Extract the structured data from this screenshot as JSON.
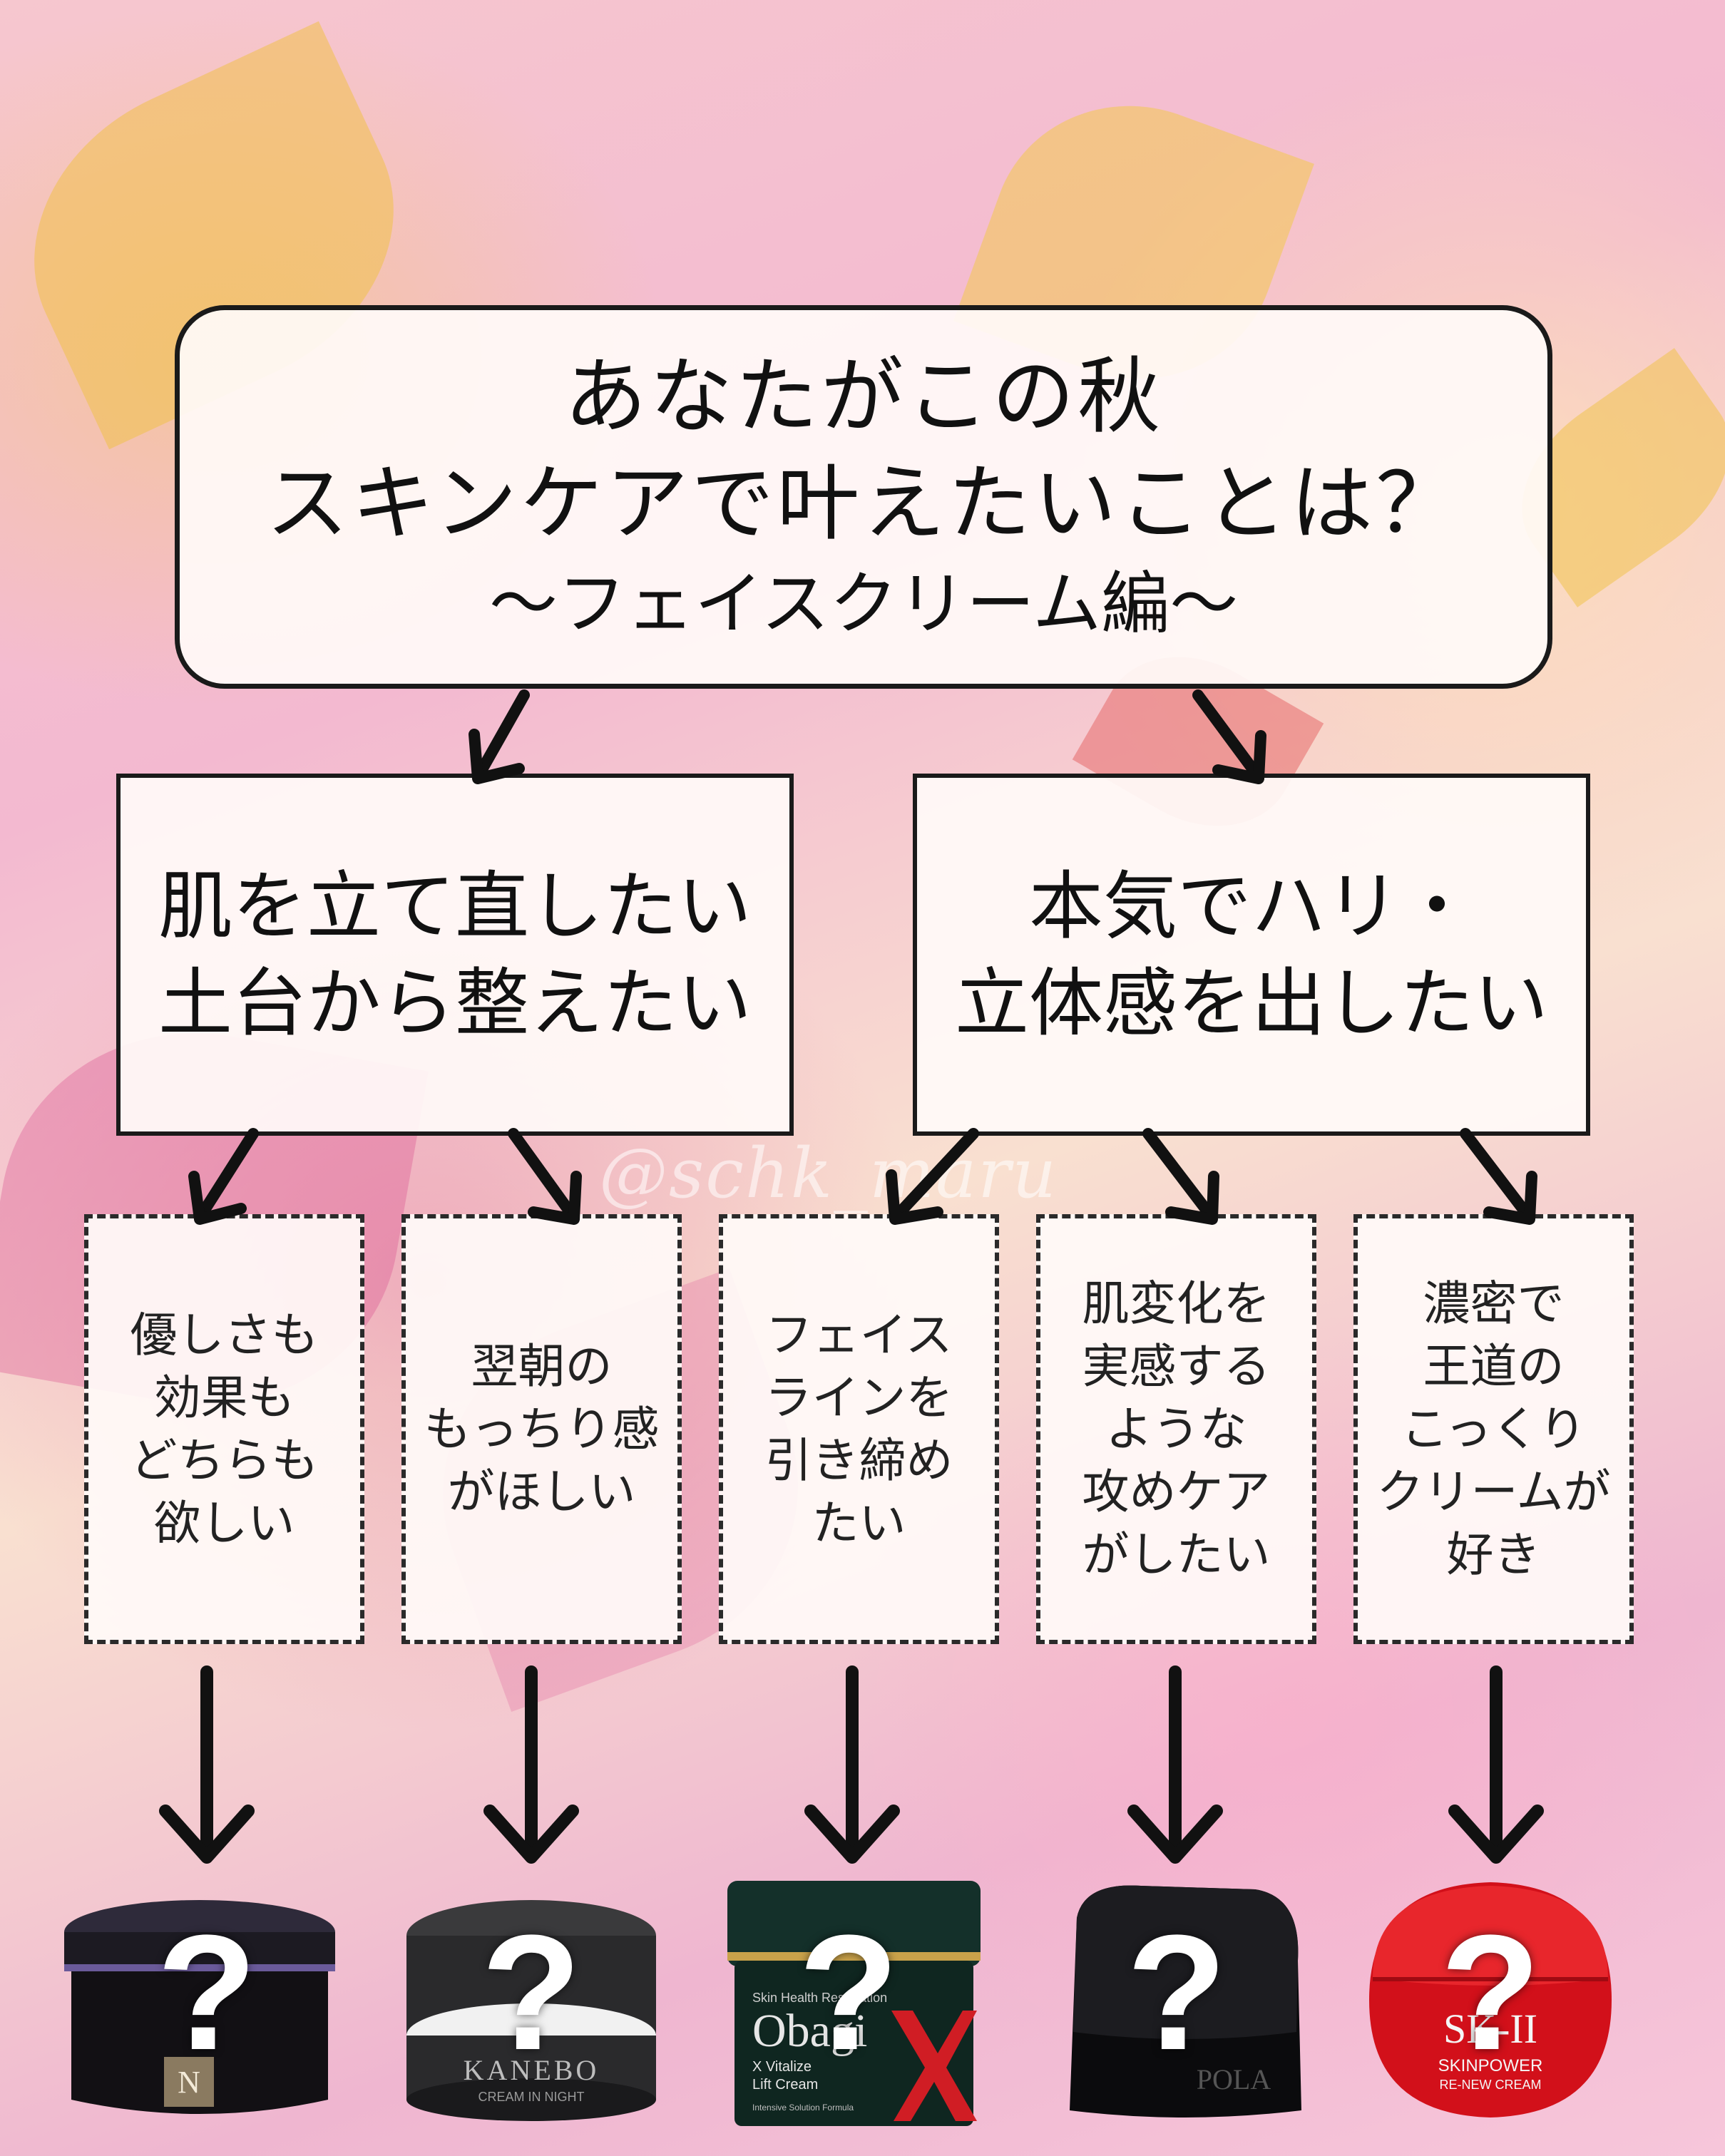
{
  "title": {
    "line1": "あなたがこの秋",
    "line2": "スキンケアで叶えたいことは？",
    "line3": "〜フェイスクリーム編〜"
  },
  "branches": [
    {
      "line1": "肌を立て直したい",
      "line2": "土台から整えたい"
    },
    {
      "line1": "本気でハリ・",
      "line2": "立体感を出したい"
    }
  ],
  "options": [
    {
      "lines": [
        "優しさも",
        "効果も",
        "どちらも",
        "欲しい"
      ]
    },
    {
      "lines": [
        "翌朝の",
        "もっちり感",
        "がほしい"
      ]
    },
    {
      "lines": [
        "フェイス",
        "ラインを",
        "引き締め",
        "たい"
      ]
    },
    {
      "lines": [
        "肌変化を",
        "実感する",
        "ような",
        "攻めケア",
        "がしたい"
      ]
    },
    {
      "lines": [
        "濃密で",
        "王道の",
        "こっくり",
        "クリームが",
        "好き"
      ]
    }
  ],
  "watermark": "@schk_maru",
  "products": [
    {
      "brand": "N",
      "mark": "?",
      "color": "#1c1a22"
    },
    {
      "brand": "KANEBO",
      "sub": "CREAM IN NIGHT",
      "mark": "?",
      "color": "#2a2a2c"
    },
    {
      "brand": "Obagi",
      "line1": "Skin Health Restoration",
      "line2": "X Vitalize",
      "line3": "Lift Cream",
      "line4": "Intensive Solution Formula",
      "mark": "?",
      "color": "#0f2620"
    },
    {
      "brand": "POLA",
      "mark": "?",
      "color": "#0b0b0d"
    },
    {
      "brand": "SK-II",
      "line1": "SKINPOWER",
      "line2": "RE-NEW CREAM",
      "mark": "?",
      "color": "#d2101a"
    }
  ]
}
